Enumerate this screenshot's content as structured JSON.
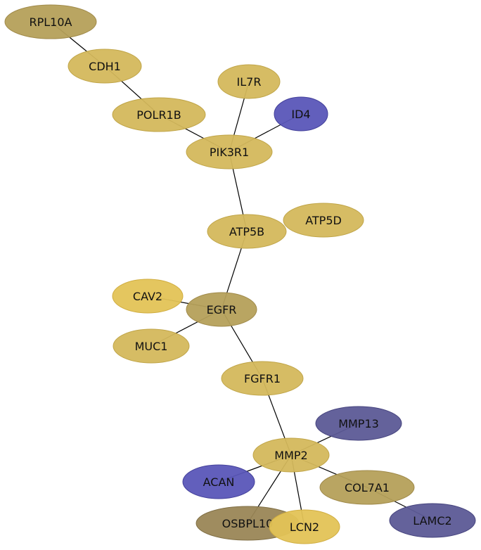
{
  "colors": {
    "khaki": "#b5a05a",
    "gold": "#d4b85c",
    "yellow": "#e3c356",
    "blue": "#5a56b8",
    "slate": "#5c5a96",
    "olive": "#9a8656",
    "khaki_stroke": "#a08a4a",
    "gold_stroke": "#c0a548",
    "yellow_stroke": "#d0ad40",
    "blue_stroke": "#43409a",
    "slate_stroke": "#46447e",
    "olive_stroke": "#7f6e44"
  },
  "nodes": [
    {
      "id": "RPL10A",
      "label": "RPL10A",
      "color": "khaki"
    },
    {
      "id": "CDH1",
      "label": "CDH1",
      "color": "gold"
    },
    {
      "id": "POLR1B",
      "label": "POLR1B",
      "color": "gold"
    },
    {
      "id": "IL7R",
      "label": "IL7R",
      "color": "gold"
    },
    {
      "id": "ID4",
      "label": "ID4",
      "color": "blue"
    },
    {
      "id": "PIK3R1",
      "label": "PIK3R1",
      "color": "gold"
    },
    {
      "id": "ATP5B",
      "label": "ATP5B",
      "color": "gold"
    },
    {
      "id": "ATP5D",
      "label": "ATP5D",
      "color": "gold"
    },
    {
      "id": "CAV2",
      "label": "CAV2",
      "color": "yellow"
    },
    {
      "id": "EGFR",
      "label": "EGFR",
      "color": "khaki"
    },
    {
      "id": "MUC1",
      "label": "MUC1",
      "color": "gold"
    },
    {
      "id": "FGFR1",
      "label": "FGFR1",
      "color": "gold"
    },
    {
      "id": "MMP13",
      "label": "MMP13",
      "color": "slate"
    },
    {
      "id": "MMP2",
      "label": "MMP2",
      "color": "gold"
    },
    {
      "id": "ACAN",
      "label": "ACAN",
      "color": "blue"
    },
    {
      "id": "COL7A1",
      "label": "COL7A1",
      "color": "khaki"
    },
    {
      "id": "LAMC2",
      "label": "LAMC2",
      "color": "slate"
    },
    {
      "id": "OSBPL10",
      "label": "OSBPL10",
      "color": "olive"
    },
    {
      "id": "LCN2",
      "label": "LCN2",
      "color": "yellow"
    }
  ],
  "edges": [
    [
      "RPL10A",
      "CDH1"
    ],
    [
      "CDH1",
      "POLR1B"
    ],
    [
      "POLR1B",
      "PIK3R1"
    ],
    [
      "IL7R",
      "PIK3R1"
    ],
    [
      "ID4",
      "PIK3R1"
    ],
    [
      "PIK3R1",
      "ATP5B"
    ],
    [
      "ATP5B",
      "EGFR"
    ],
    [
      "CAV2",
      "EGFR"
    ],
    [
      "MUC1",
      "EGFR"
    ],
    [
      "EGFR",
      "FGFR1"
    ],
    [
      "FGFR1",
      "MMP2"
    ],
    [
      "MMP13",
      "MMP2"
    ],
    [
      "ACAN",
      "MMP2"
    ],
    [
      "COL7A1",
      "MMP2"
    ],
    [
      "COL7A1",
      "LAMC2"
    ],
    [
      "OSBPL10",
      "MMP2"
    ],
    [
      "LCN2",
      "MMP2"
    ]
  ]
}
